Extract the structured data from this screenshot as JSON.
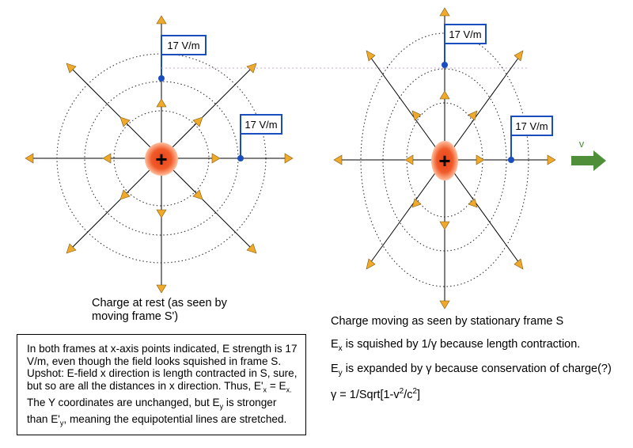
{
  "colors": {
    "arrow_fill": "#f0a92a",
    "label_border": "#1a4ec0",
    "point": "#1a4ec0",
    "charge_outer": "#ff7a45",
    "charge_inner": "#e03a10",
    "velocity_arrow": "#4f8f3a",
    "velocity_label": "#4f8f3a",
    "guide_line": "#c9a9c9"
  },
  "left_figure": {
    "label_top": "17 V/m",
    "label_right": "17 V/m",
    "charge_symbol": "+",
    "caption": "Charge at rest (as seen by moving frame S')"
  },
  "right_figure": {
    "label_top": "17 V/m",
    "label_right": "17 V/m",
    "charge_symbol": "+",
    "velocity_label": "v",
    "caption": "Charge moving as seen by stationary frame S"
  },
  "equations": {
    "ex_symbol": "E",
    "ex_sub": "x",
    "ex_text": " is squished by 1/γ because length contraction.",
    "ey_symbol": "E",
    "ey_sub": "y",
    "ey_text": " is expanded by γ because conservation of charge(?)",
    "gamma_prefix": "γ = 1/Sqrt[1-v",
    "gamma_sup1": "2",
    "gamma_mid": "/c",
    "gamma_sup2": "2",
    "gamma_suffix": "]"
  },
  "note": {
    "p1": "In both frames at x-axis points indicated, E strength is 17 V/m, even though the field looks squished in frame S. Upshot: E-field x direction is length contracted in S, sure, but so are all the distances in x direction. Thus, E'",
    "p1_sub1": "x",
    "p2": " = E",
    "p2_sub": "x.",
    "p3": " The Y coordinates are unchanged, but E",
    "p3_sub": "y",
    "p4": " is stronger than E'",
    "p4_sub": "y",
    "p5": ", meaning the equipotential lines are stretched."
  }
}
